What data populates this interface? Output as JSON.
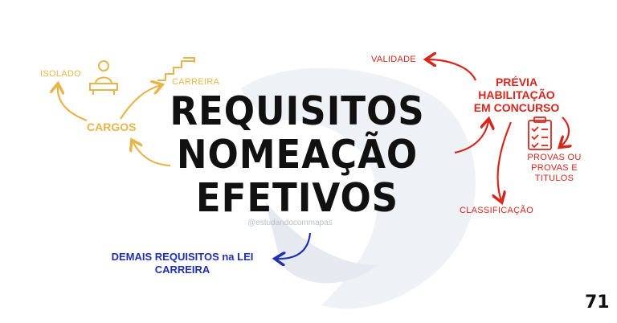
{
  "title_lines": [
    "REQUISITOS",
    "NOMEAÇÃO",
    "EFETIVOS"
  ],
  "left": {
    "isolado": "ISOLADO",
    "carreira": "CARREIRA",
    "cargos": "CARGOS"
  },
  "right": {
    "validade": "VALIDADE",
    "previa": [
      "PRÉVIA",
      "HABILITAÇÃO",
      "EM CONCURSO"
    ],
    "provas": [
      "PROVAS OU",
      "PROVAS E",
      "TITULOS"
    ],
    "classificacao": "CLASSIFICAÇÃO"
  },
  "bottom": {
    "demais": [
      "DEMAIS REQUISITOS na LEI",
      "CARREIRA"
    ]
  },
  "watermark": "@estudandocommapas",
  "page_number": "71",
  "colors": {
    "gold": "#e8b54a",
    "red": "#d9261c",
    "blue": "#1f2fb0",
    "text": "#111111"
  }
}
